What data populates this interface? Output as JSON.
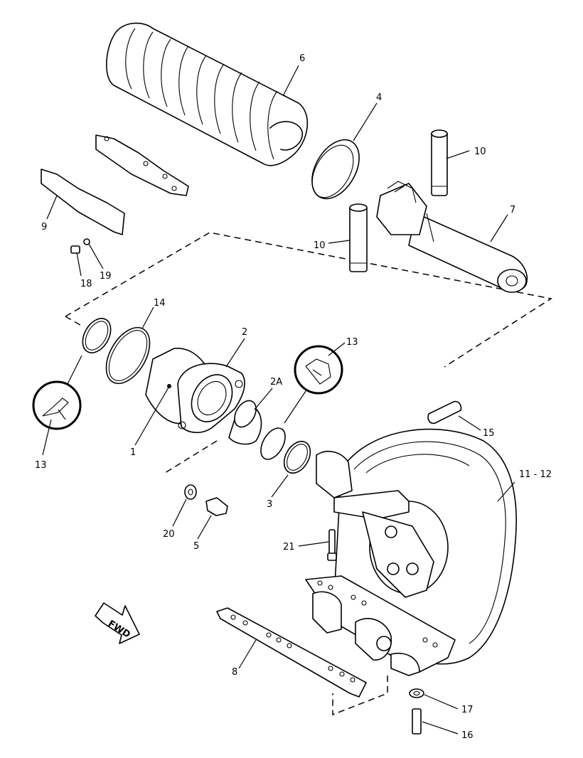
{
  "callouts": {
    "c6": "6",
    "c4": "4",
    "c10a": "10",
    "c10b": "10",
    "c7": "7",
    "c9": "9",
    "c18": "18",
    "c19": "19",
    "c14": "14",
    "c2": "2",
    "c13a": "13",
    "c13b": "13",
    "c2A": "2A",
    "c1": "1",
    "c3": "3",
    "c15": "15",
    "c1112": "11 - 12",
    "c20": "20",
    "c5": "5",
    "c21": "21",
    "c8": "8",
    "c17": "17",
    "c16": "16"
  },
  "fwd_label": "FWD",
  "colors": {
    "line": "#000000",
    "background": "#ffffff"
  }
}
